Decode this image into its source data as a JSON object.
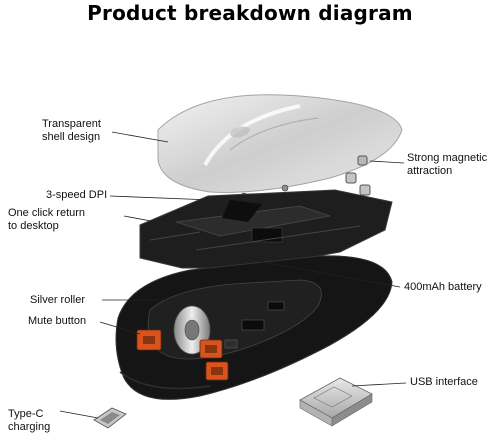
{
  "title": "Product breakdown diagram",
  "labels": {
    "shell_line1": "Transparent",
    "shell_line2": "shell design",
    "magnet_line1": "Strong magnetic",
    "magnet_line2": "attraction",
    "dpi": "3-speed DPI",
    "oneclick_line1": "One click return",
    "oneclick_line2": "to desktop",
    "battery": "400mAh battery",
    "roller": "Silver roller",
    "mute": "Mute button",
    "usb": "USB interface",
    "typec_line1": "Type-C",
    "typec_line2": "charging"
  },
  "colors": {
    "body": "#151515",
    "frame": "#1e1e1e",
    "shell": "#d8d8d8",
    "switch": "#d9531e",
    "roller": "#c8c8c8",
    "leader": "#222222"
  }
}
